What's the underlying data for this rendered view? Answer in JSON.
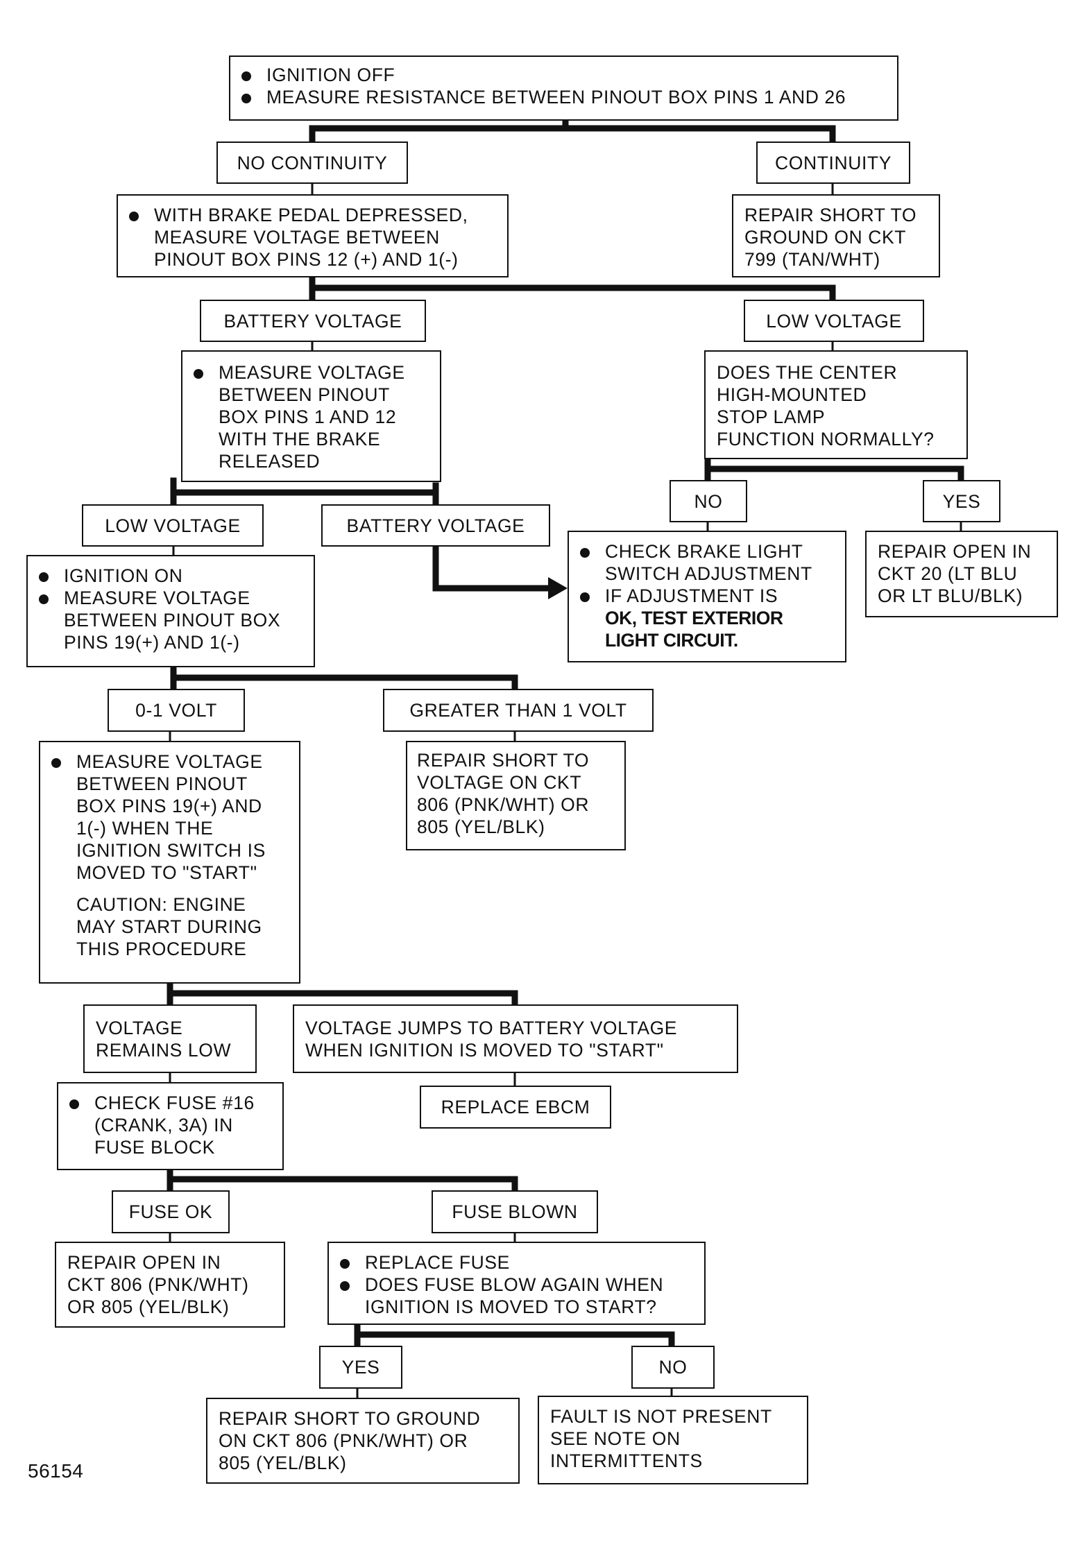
{
  "flowchart": {
    "start": {
      "bullets": [
        "IGNITION OFF",
        "MEASURE RESISTANCE BETWEEN PINOUT BOX PINS 1 AND 26"
      ]
    },
    "no_continuity": "NO CONTINUITY",
    "continuity": "CONTINUITY",
    "brake_pedal_test": {
      "bullets": [
        "WITH BRAKE PEDAL DEPRESSED,\nMEASURE VOLTAGE BETWEEN\nPINOUT BOX PINS 12 (+) AND 1(-)"
      ]
    },
    "repair_short_799": "REPAIR SHORT TO\nGROUND ON CKT\n799 (TAN/WHT)",
    "battery_voltage_1": "BATTERY VOLTAGE",
    "low_voltage_1": "LOW VOLTAGE",
    "brake_released_test": {
      "bullets": [
        "MEASURE VOLTAGE\nBETWEEN PINOUT\nBOX PINS 1 AND 12\nWITH THE BRAKE\nRELEASED"
      ]
    },
    "chmsl_question": "DOES THE CENTER\nHIGH-MOUNTED\nSTOP LAMP\nFUNCTION NORMALLY?",
    "no_1": "NO",
    "yes_1": "YES",
    "check_brake_switch": {
      "bullets": [
        "CHECK BRAKE LIGHT\nSWITCH ADJUSTMENT",
        "IF ADJUSTMENT IS"
      ],
      "bold_text": "OK, TEST EXTERIOR\nLIGHT CIRCUIT."
    },
    "repair_open_20": "REPAIR OPEN IN\nCKT 20 (LT BLU\nOR LT BLU/BLK)",
    "low_voltage_2": "LOW VOLTAGE",
    "battery_voltage_2": "BATTERY VOLTAGE",
    "ignition_on_test": {
      "bullets": [
        "IGNITION ON",
        "MEASURE VOLTAGE\nBETWEEN PINOUT BOX\nPINS 19(+) AND 1(-)"
      ]
    },
    "zero_one_volt": "0-1 VOLT",
    "greater_1_volt": "GREATER THAN 1 VOLT",
    "start_test": {
      "bullets": [
        "MEASURE VOLTAGE\nBETWEEN PINOUT\nBOX PINS 19(+) AND\n1(-) WHEN THE\nIGNITION SWITCH IS\nMOVED TO \"START\""
      ],
      "caution": "CAUTION: ENGINE\nMAY START DURING\nTHIS PROCEDURE"
    },
    "repair_short_voltage": "REPAIR SHORT TO\nVOLTAGE ON CKT\n806 (PNK/WHT) OR\n805 (YEL/BLK)",
    "voltage_remains_low": "VOLTAGE\nREMAINS LOW",
    "voltage_jumps": "VOLTAGE JUMPS TO BATTERY VOLTAGE\nWHEN IGNITION IS MOVED TO \"START\"",
    "check_fuse": {
      "bullets": [
        "CHECK FUSE #16\n(CRANK, 3A) IN\nFUSE BLOCK"
      ]
    },
    "replace_ebcm": "REPLACE EBCM",
    "fuse_ok": "FUSE OK",
    "fuse_blown": "FUSE BLOWN",
    "repair_open_806": "REPAIR OPEN IN\nCKT 806 (PNK/WHT)\nOR 805 (YEL/BLK)",
    "replace_fuse": {
      "bullets": [
        "REPLACE FUSE",
        "DOES FUSE BLOW AGAIN WHEN\nIGNITION IS MOVED TO START?"
      ]
    },
    "yes_2": "YES",
    "no_2": "NO",
    "repair_short_ground_806": "REPAIR SHORT TO GROUND\nON CKT 806 (PNK/WHT) OR\n805 (YEL/BLK)",
    "fault_not_present": "FAULT IS NOT PRESENT\nSEE NOTE ON\nINTERMITTENTS"
  },
  "figure_id": "56154"
}
